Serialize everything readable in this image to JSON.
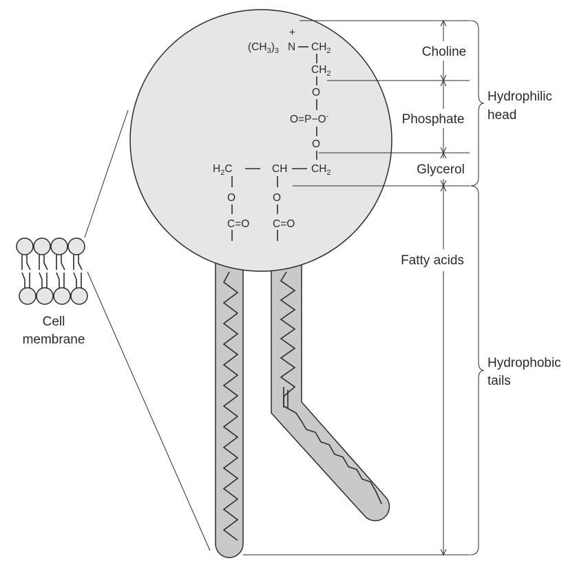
{
  "colors": {
    "head_fill": "#e6e6e6",
    "tail_fill": "#c9c9c9",
    "line": "#2a2a2a",
    "background": "#ffffff"
  },
  "labels": {
    "choline": "Choline",
    "phosphate": "Phosphate",
    "glycerol": "Glycerol",
    "fatty_acids": "Fatty acids",
    "hydrophilic_line1": "Hydrophilic",
    "hydrophilic_line2": "head",
    "hydrophobic_line1": "Hydrophobic",
    "hydrophobic_line2": "tails",
    "cell_line1": "Cell",
    "cell_line2": "membrane"
  },
  "chem": {
    "ch3_group": "(CH",
    "ch3_sub": "3",
    "ch3_close": ")",
    "ch3_count": "3",
    "n_plus": "+",
    "nitrogen": "N",
    "ch2": "CH",
    "two": "2",
    "oxygen": "O",
    "phosphorus_line": "O=P−O",
    "minus": "-",
    "h2c": "H",
    "h2c_sub": "2",
    "h2c_c": "C",
    "ch": "CH",
    "carbonyl": "C=O"
  },
  "icons": {
    "head": "phospholipid-head-circle",
    "tail": "fatty-acid-tail",
    "membrane": "bilayer-icon"
  }
}
